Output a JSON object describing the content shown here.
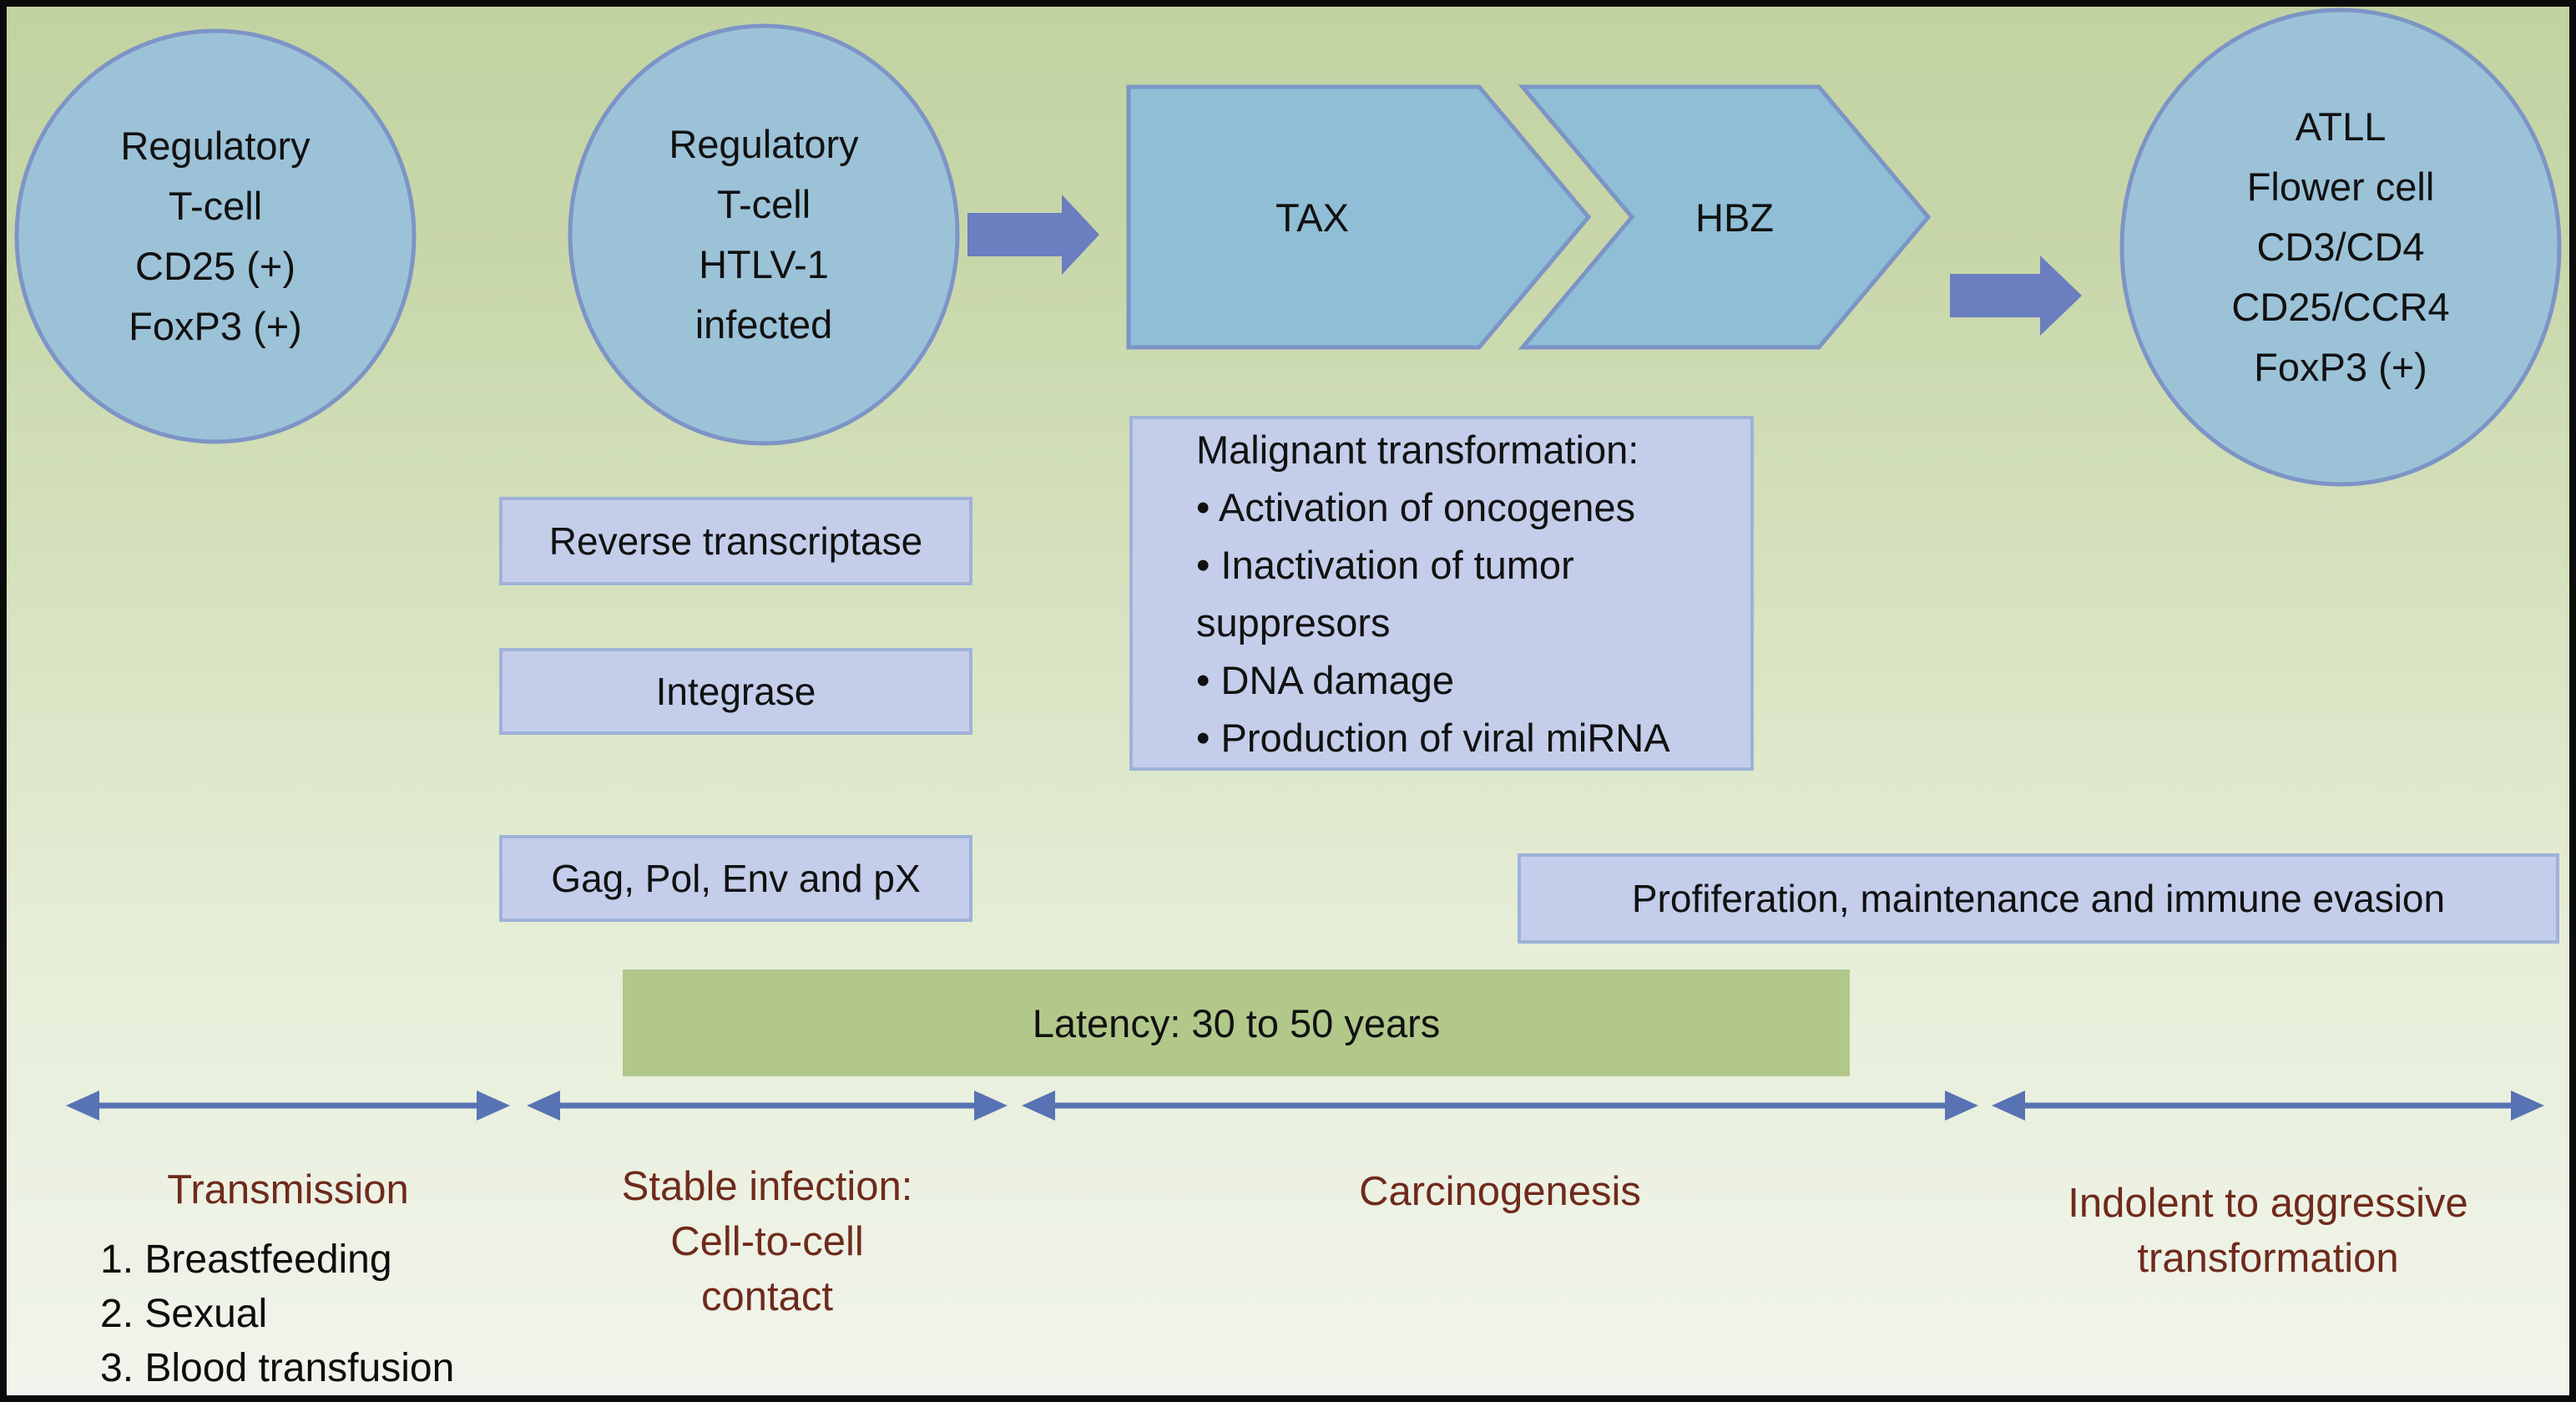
{
  "figure": {
    "description": "HTLV-1 infection to ATLL progression diagram"
  },
  "colors": {
    "background_top": "#c2d3a1",
    "background_bottom": "#f1f4ec",
    "cell_fill": "#9cc2d8",
    "gene_chevron_fill": "#8fbed6",
    "shape_stroke": "#7d94c6",
    "block_arrow_fill": "#6a7ec0",
    "info_box_fill": "#c4cde9",
    "info_box_border": "#9fb2d8",
    "latency_green": "#b2c88b",
    "timeline_blue": "#5873b4",
    "phase_label_maroon": "#6f2a1c",
    "frame_black": "#0b0b0b"
  },
  "cells": {
    "regulatory_tcell": {
      "lines": [
        "Regulatory",
        "T-cell",
        "CD25 (+)",
        "FoxP3 (+)"
      ]
    },
    "infected_tcell": {
      "lines": [
        "Regulatory",
        "T-cell",
        "HTLV-1",
        "infected"
      ]
    },
    "atll_cell": {
      "lines": [
        "ATLL",
        "Flower cell",
        "CD3/CD4",
        "CD25/CCR4",
        "FoxP3 (+)"
      ]
    }
  },
  "genes": {
    "tax": "TAX",
    "hbz": "HBZ"
  },
  "enzyme_boxes": [
    "Reverse transcriptase",
    "Integrase",
    "Gag, Pol, Env and pX"
  ],
  "malignant_box": {
    "title": "Malignant transformation:",
    "lines": [
      "• Activation of oncogenes",
      "• Inactivation of tumor",
      "suppresors",
      "• DNA damage",
      "• Production of viral miRNA"
    ]
  },
  "proliferation_box": {
    "label": "Profiferation, maintenance and immune evasion"
  },
  "latency_box": {
    "label": "Latency: 30 to 50 years"
  },
  "timeline": {
    "phases": [
      {
        "label": "Transmission",
        "sublist": [
          "1. Breastfeeding",
          "2. Sexual",
          "3. Blood transfusion"
        ]
      },
      {
        "lines": [
          "Stable infection:",
          "Cell-to-cell",
          "contact"
        ]
      },
      {
        "label": "Carcinogenesis"
      },
      {
        "lines": [
          "Indolent to aggressive",
          "transformation"
        ]
      }
    ]
  }
}
